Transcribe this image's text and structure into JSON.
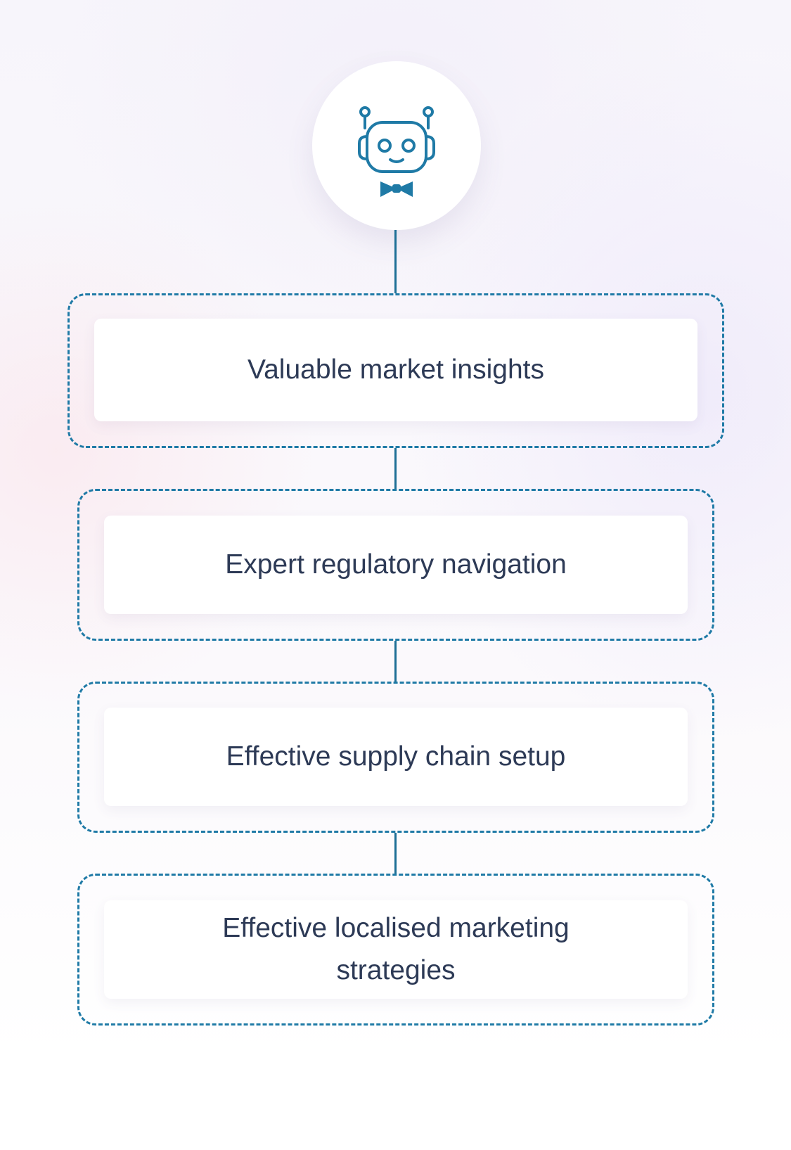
{
  "diagram": {
    "top_node": {
      "icon": "robot-icon"
    },
    "steps": [
      {
        "label": "Valuable market insights"
      },
      {
        "label": "Expert regulatory navigation"
      },
      {
        "label": "Effective supply chain setup"
      },
      {
        "label": "Effective localised marketing strategies"
      }
    ],
    "colors": {
      "accent": "#1f7aa6",
      "text": "#2d3a56",
      "card": "#ffffff"
    }
  }
}
